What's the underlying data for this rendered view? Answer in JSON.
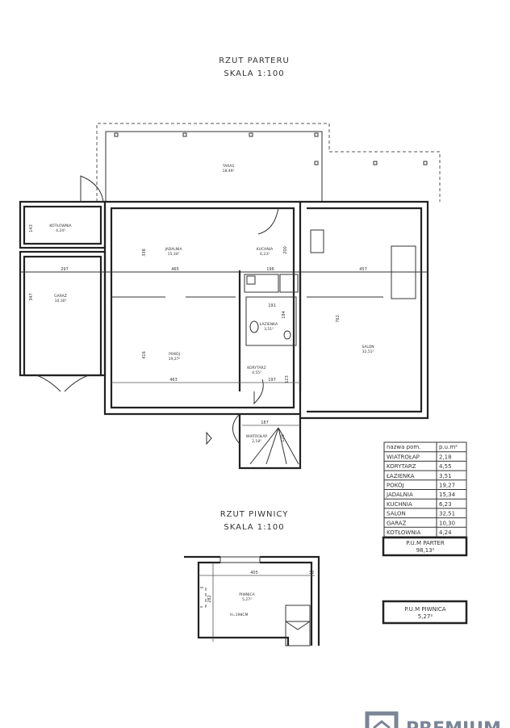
{
  "ground_floor": {
    "title": "RZUT PARTERU",
    "scale": "SKALA 1:100",
    "rooms": {
      "taras": {
        "name": "TARAS",
        "area": "18,49²"
      },
      "kotlownia": {
        "name": "KOTŁOWNIA",
        "area": "4,24²"
      },
      "garaz": {
        "name": "GARAŻ",
        "area": "10,30²"
      },
      "jadalnia": {
        "name": "JADALNIA",
        "area": "15,34²"
      },
      "kuchnia": {
        "name": "KUCHNIA",
        "area": "6,23²"
      },
      "lazienka": {
        "name": "ŁAZIENKA",
        "area": "3,51²"
      },
      "korytarz": {
        "name": "KORYTARZ",
        "area": "4,55²"
      },
      "pokoj": {
        "name": "POKÓJ",
        "area": "19,27²"
      },
      "salon": {
        "name": "SALON",
        "area": "32,51²"
      },
      "wiatrolap": {
        "name": "WIATROŁAP",
        "area": "2,18²"
      }
    },
    "dimensions": {
      "kotlownia_h": "143",
      "garaz_h": "347",
      "row_garaz": "297",
      "row_jadalnia": "465",
      "row_kuchnia": "196",
      "row_salon": "457",
      "jadalnia_h": "338",
      "kuchnia_h": "200",
      "salon_h": "762",
      "pokoj_h": "416",
      "pokoj_w": "463",
      "korytarz_w": "197",
      "korytarz_h": "123",
      "lazienka_w": "191",
      "lazienka_h": "184",
      "wiatrolap_w": "187",
      "wiatrolap_h": "126"
    }
  },
  "basement": {
    "title": "RZUT PIWNICY",
    "scale": "SKALA 1:100",
    "room": {
      "name": "PIWNICA",
      "area": "5,27²",
      "height": "H=198CM"
    },
    "dimensions": {
      "width": "405",
      "wall": "32",
      "height": "282"
    }
  },
  "area_table": {
    "headers": [
      "nazwa pom.",
      "p.u.m²"
    ],
    "rows": [
      [
        "WIATROŁAP",
        "2,18"
      ],
      [
        "KORYTARZ",
        "4,55"
      ],
      [
        "ŁAZIENKA",
        "3,51"
      ],
      [
        "POKÓJ",
        "19,27"
      ],
      [
        "JADALNIA",
        "15,34"
      ],
      [
        "KUCHNIA",
        "6,23"
      ],
      [
        "SALON",
        "32,51"
      ],
      [
        "GARAŻ",
        "10,30"
      ],
      [
        "KOTŁOWNIA",
        "4,24"
      ]
    ],
    "total_ground_label": "P.U.M PARTER",
    "total_ground_value": "98,13²",
    "total_basement_label": "P.U.M PIWNICA",
    "total_basement_value": "5,27²"
  },
  "logo": {
    "text": "PREMIUM"
  }
}
